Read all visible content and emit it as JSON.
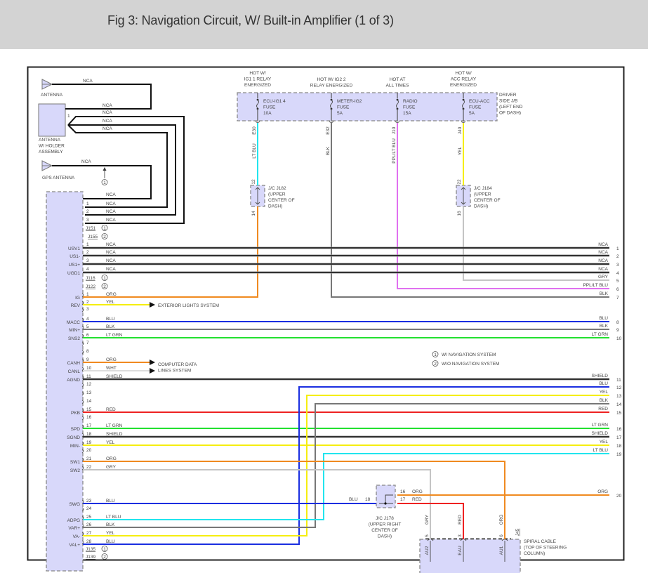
{
  "header": {
    "title": "Fig 3: Navigation Circuit, W/ Built-in Amplifier (1 of 3)"
  },
  "colors": {
    "BLK": "#333333",
    "BLK_gray": "#777777",
    "NCA": "#111111",
    "LT_BLU": "#22e5ee",
    "PPL_LT_BLU": "#e070f0",
    "YEL": "#f5ee10",
    "ORG": "#f08a20",
    "BLU": "#1a2ee0",
    "LT_GRN": "#22e030",
    "RED": "#ee2222",
    "GRY": "#c4c4c4",
    "WHT": "#dddddd",
    "SHIELD": "#333333",
    "component_fill": "#d8d8fa",
    "component_border": "#888888"
  },
  "antennas": {
    "antenna": {
      "label": "ANTENNA",
      "wire": "NCA"
    },
    "holder": {
      "label_lines": [
        "ANTENNA",
        "W/ HOLDER",
        "ASSEMBLY"
      ],
      "pin": "1",
      "wires": [
        "NCA",
        "NCA",
        "NCA",
        "NCA"
      ]
    },
    "gps": {
      "label": "GPS ANTENNA",
      "wire": "NCA",
      "note_marker": "1"
    }
  },
  "power_sources": [
    {
      "heading": [
        "HOT W/",
        "IG1 1 RELAY",
        "ENERGIZED"
      ],
      "fuse": [
        "ECU-IG1 4",
        "FUSE",
        "10A"
      ],
      "pin": "E30",
      "wire": "LT BLU"
    },
    {
      "heading": [
        "HOT W/ IG2 2",
        "RELAY ENERGIZED"
      ],
      "fuse": [
        "METER-IG2",
        "FUSE",
        "5A"
      ],
      "pin": "E32",
      "wire": "BLK"
    },
    {
      "heading": [
        "HOT AT",
        "ALL TIMES"
      ],
      "fuse": [
        "RADIO",
        "FUSE",
        "15A"
      ],
      "pin": "J10",
      "wire": "PPL/LT BLU"
    },
    {
      "heading": [
        "HOT W/",
        "ACC RELAY",
        "ENERGIZED"
      ],
      "fuse": [
        "ECU-ACC",
        "FUSE",
        "5A"
      ],
      "pin": "J40",
      "wire": "YEL"
    }
  ],
  "junction_block": {
    "label": [
      "DRIVER",
      "SIDE J/B",
      "(LEFT END",
      "OF DASH)"
    ]
  },
  "jc182": {
    "label": [
      "J/C J182",
      "(UPPER",
      "CENTER OF",
      "DASH)"
    ],
    "pin_in": "12",
    "pin_out": "14"
  },
  "jc184": {
    "label": [
      "J/C J184",
      "(UPPER",
      "CENTER OF",
      "DASH)"
    ],
    "pin_in": "22",
    "pin_out": "16"
  },
  "jc178": {
    "label": [
      "J/C J178",
      "(UPPER RIGHT",
      "CENTER OF",
      "DASH)"
    ],
    "pin_in": "18",
    "wire_in": "BLU",
    "pins_out": [
      {
        "pin": "16",
        "wire": "ORG"
      },
      {
        "pin": "17",
        "wire": "RED"
      }
    ]
  },
  "spiral_cable": {
    "label": [
      "SPIRAL CABLE",
      "(TOP OF STEERING",
      "COLUMN)"
    ],
    "connector": "J45",
    "pins": [
      {
        "pin": "5",
        "name": "AU2",
        "wire": "GRY"
      },
      {
        "pin": "3",
        "name": "EAU",
        "wire": "RED"
      },
      {
        "pin": "6",
        "name": "AU1",
        "wire": "ORG"
      }
    ]
  },
  "legend": [
    {
      "marker": "1",
      "text": "W/ NAVIGATION SYSTEM"
    },
    {
      "marker": "2",
      "text": "W/O NAVIGATION SYSTEM"
    }
  ],
  "unit_connectors": {
    "antenna_top": {
      "wire": "NCA"
    },
    "antenna_rows": [
      {
        "pin": "1",
        "wire": "NCA"
      },
      {
        "pin": "2",
        "wire": "NCA"
      },
      {
        "pin": "3",
        "wire": "NCA"
      }
    ],
    "c1": [
      {
        "id": "J151",
        "marker": "1"
      },
      {
        "id": "J155",
        "marker": "2"
      }
    ],
    "usb_rows": [
      {
        "pin": "1",
        "signal": "USV1",
        "wire": "NCA",
        "right_label": "NCA",
        "right_num": "1"
      },
      {
        "pin": "2",
        "signal": "US1-",
        "wire": "NCA",
        "right_label": "NCA",
        "right_num": "2"
      },
      {
        "pin": "3",
        "signal": "US1+",
        "wire": "NCA",
        "right_label": "NCA",
        "right_num": "3"
      },
      {
        "pin": "4",
        "signal": "UGD1",
        "wire": "NCA",
        "right_label": "NCA",
        "right_num": "4"
      }
    ],
    "c2": [
      {
        "id": "J116",
        "marker": "1"
      },
      {
        "id": "J122",
        "marker": "2"
      }
    ],
    "main_rows": [
      {
        "pin": "1",
        "signal": "IG",
        "wire": "ORG"
      },
      {
        "pin": "2",
        "signal": "REV",
        "wire": "YEL",
        "dest": "EXTERIOR LIGHTS SYSTEM"
      },
      {
        "pin": "3",
        "signal": "",
        "wire": ""
      },
      {
        "pin": "4",
        "signal": "MACC",
        "wire": "BLU"
      },
      {
        "pin": "5",
        "signal": "MIN+",
        "wire": "BLK"
      },
      {
        "pin": "6",
        "signal": "SNS2",
        "wire": "LT GRN"
      },
      {
        "pin": "7",
        "signal": "",
        "wire": ""
      },
      {
        "pin": "8",
        "signal": "",
        "wire": ""
      },
      {
        "pin": "9",
        "signal": "CANH",
        "wire": "ORG"
      },
      {
        "pin": "10",
        "signal": "CANL",
        "wire": "WHT"
      },
      {
        "pin": "11",
        "signal": "AGND",
        "wire": "SHIELD"
      },
      {
        "pin": "12",
        "signal": "",
        "wire": ""
      },
      {
        "pin": "13",
        "signal": "",
        "wire": ""
      },
      {
        "pin": "14",
        "signal": "",
        "wire": ""
      },
      {
        "pin": "15",
        "signal": "PKB",
        "wire": "RED"
      },
      {
        "pin": "16",
        "signal": "",
        "wire": ""
      },
      {
        "pin": "17",
        "signal": "SPD",
        "wire": "LT GRN"
      },
      {
        "pin": "18",
        "signal": "SGND",
        "wire": "SHIELD"
      },
      {
        "pin": "19",
        "signal": "MIN-",
        "wire": "YEL"
      },
      {
        "pin": "20",
        "signal": "",
        "wire": ""
      },
      {
        "pin": "21",
        "signal": "SW1",
        "wire": "ORG"
      },
      {
        "pin": "22",
        "signal": "SW2",
        "wire": "GRY"
      },
      {
        "pin": "23",
        "signal": "SWG",
        "wire": "BLU"
      },
      {
        "pin": "24",
        "signal": "",
        "wire": ""
      },
      {
        "pin": "25",
        "signal": "ADPG",
        "wire": "LT BLU"
      },
      {
        "pin": "26",
        "signal": "VAR+",
        "wire": "BLK"
      },
      {
        "pin": "27",
        "signal": "VA-",
        "wire": "YEL"
      },
      {
        "pin": "28",
        "signal": "VAL+",
        "wire": "BLU"
      }
    ],
    "c3": [
      {
        "id": "J135",
        "marker": "1"
      },
      {
        "id": "J139",
        "marker": "2"
      }
    ],
    "computer_data_dest": [
      "COMPUTER DATA",
      "LINES SYSTEM"
    ]
  },
  "right_outputs": [
    {
      "num": "1",
      "label": "NCA"
    },
    {
      "num": "2",
      "label": "NCA"
    },
    {
      "num": "3",
      "label": "NCA"
    },
    {
      "num": "4",
      "label": "NCA"
    },
    {
      "num": "5",
      "label": "GRY"
    },
    {
      "num": "6",
      "label": "PPL/LT BLU"
    },
    {
      "num": "7",
      "label": "BLK"
    },
    {
      "num": "8",
      "label": "BLU"
    },
    {
      "num": "9",
      "label": "BLK"
    },
    {
      "num": "10",
      "label": "LT GRN"
    },
    {
      "num": "11",
      "label": "SHIELD"
    },
    {
      "num": "12",
      "label": "BLU"
    },
    {
      "num": "13",
      "label": "YEL"
    },
    {
      "num": "14",
      "label": "BLK"
    },
    {
      "num": "15",
      "label": "RED"
    },
    {
      "num": "16",
      "label": "LT GRN"
    },
    {
      "num": "17",
      "label": "SHIELD"
    },
    {
      "num": "18",
      "label": "YEL"
    },
    {
      "num": "19",
      "label": "LT BLU"
    },
    {
      "num": "20",
      "label": "ORG"
    }
  ]
}
